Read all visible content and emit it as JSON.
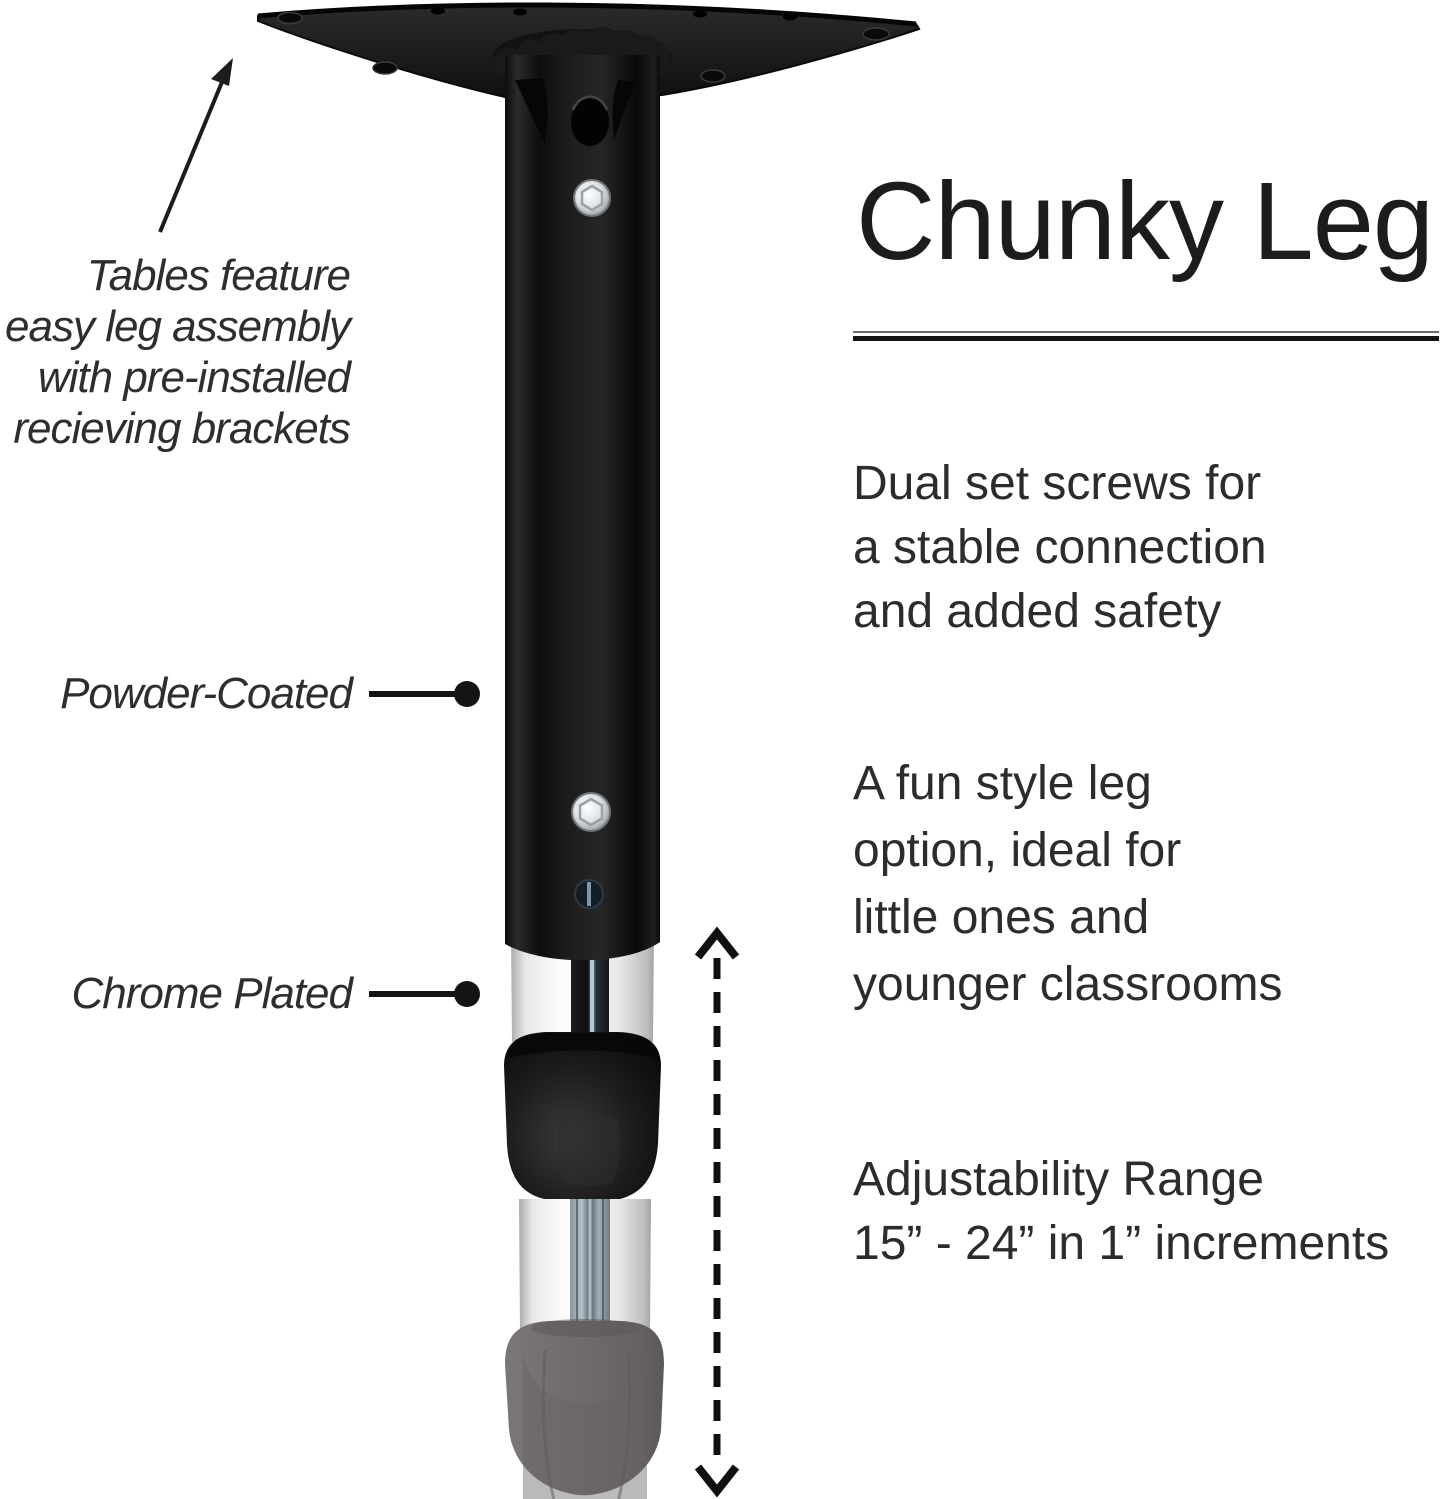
{
  "title": {
    "text": "Chunky Leg"
  },
  "annotations": {
    "assembly_note": {
      "lines": [
        "Tables feature",
        "easy leg assembly",
        "with pre-installed",
        "recieving brackets"
      ]
    },
    "powder_coated_label": "Powder-Coated",
    "chrome_plated_label": "Chrome Plated"
  },
  "features": [
    {
      "lines": [
        "Dual set screws for",
        "a stable connection",
        "and added safety"
      ]
    },
    {
      "lines": [
        "A fun style leg",
        "option, ideal for",
        "little ones and",
        "younger classrooms"
      ]
    },
    {
      "lines": [
        "Adjustability Range",
        "15” - 24” in 1” increments"
      ]
    }
  ],
  "colors": {
    "background": "#ffffff",
    "text": "#2d2d2d",
    "leg_black": "#141414",
    "chrome": "#ededed",
    "foot_gray": "#6e6a6a",
    "annotation_line": "#1c1c1c"
  }
}
